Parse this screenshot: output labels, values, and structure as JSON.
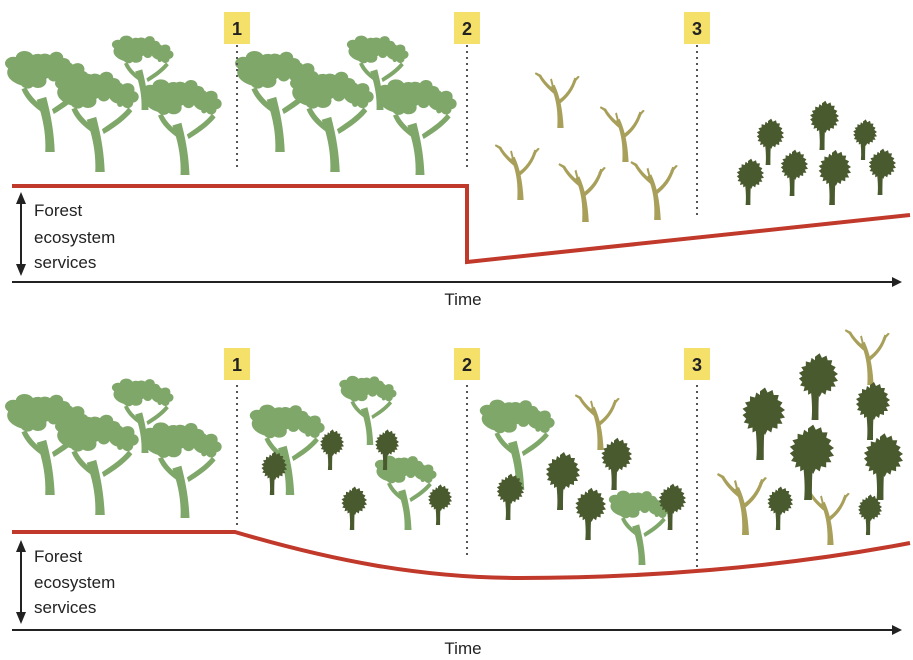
{
  "colors": {
    "live_tree": "#7fa76a",
    "dense_tree": "#4a5a2f",
    "dead_tree": "#a8a05a",
    "service_line": "#c0392b",
    "stage_box": "#f5e16a",
    "axis": "#222222"
  },
  "icons": [
    "broadleaf-tree-icon",
    "dead-tree-icon",
    "spiky-tree-icon"
  ],
  "panels": [
    {
      "id": "abrupt-collapse",
      "stages": [
        "1",
        "2",
        "3"
      ],
      "y_axis_label_lines": [
        "Forest",
        "ecosystem",
        "services"
      ],
      "x_axis_label": "Time"
    },
    {
      "id": "gradual-transition",
      "stages": [
        "1",
        "2",
        "3"
      ],
      "y_axis_label_lines": [
        "Forest",
        "ecosystem",
        "services"
      ],
      "x_axis_label": "Time"
    }
  ]
}
